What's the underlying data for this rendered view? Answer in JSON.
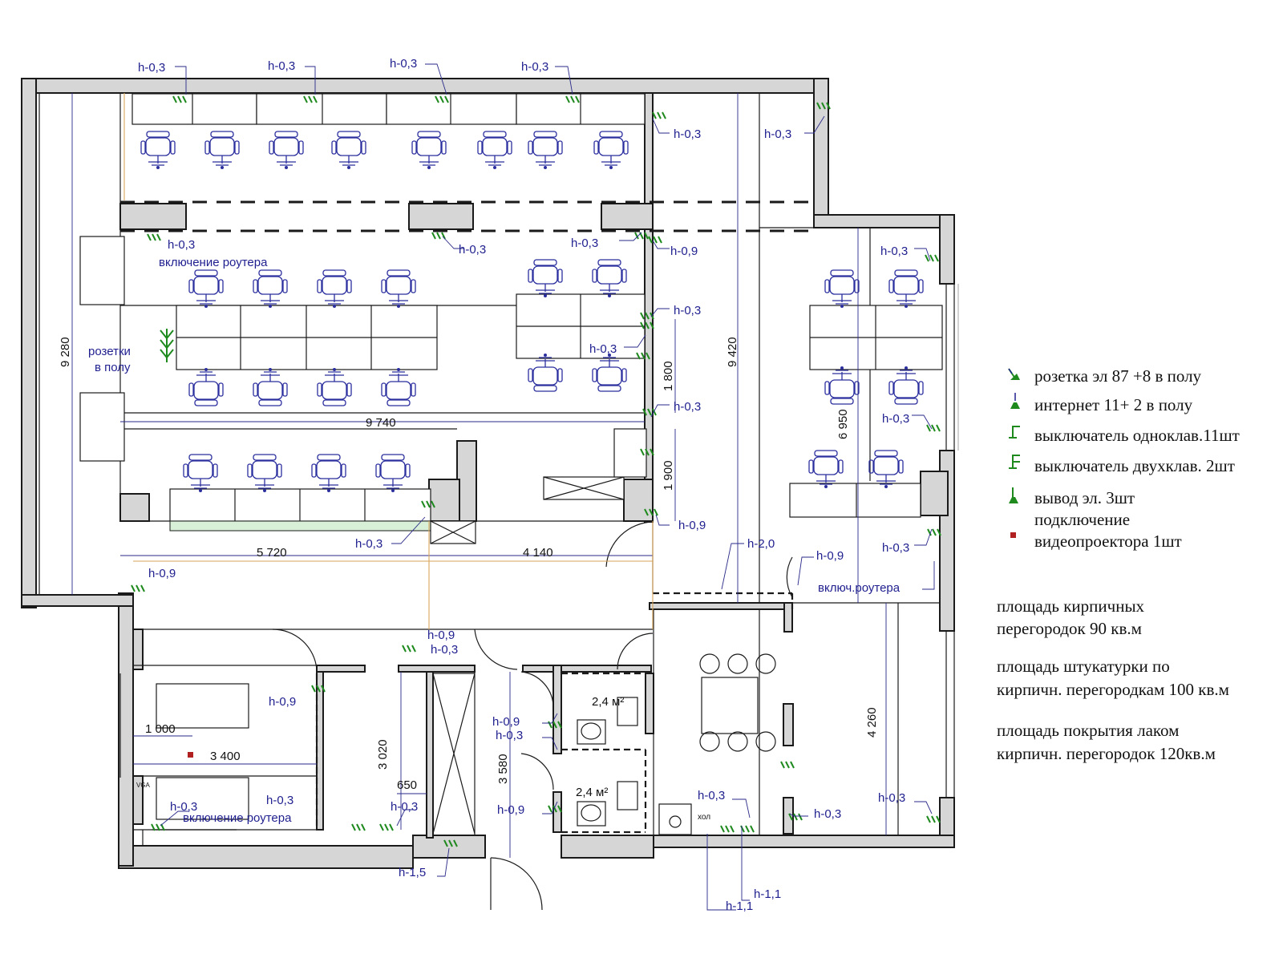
{
  "plan_labels": {
    "h03": "h-0,3",
    "h09": "h-0,9",
    "h20": "h-2,0",
    "h11": "h-1,1",
    "h15": "h-1,5",
    "router_on_1": "включение роутера",
    "router_on_2": "включение роутера",
    "router_on_3": "включ.роутера",
    "floor_sockets_1": "розетки",
    "floor_sockets_2": "в полу",
    "cold": "хол",
    "vga": "VGA"
  },
  "dimensions": {
    "d9280": "9 280",
    "d9740": "9 740",
    "d5720": "5 720",
    "d4140": "4 140",
    "d9420": "9 420",
    "d1800": "1 800",
    "d1900": "1 900",
    "d6950": "6 950",
    "d4260": "4 260",
    "d3020": "3 020",
    "d3580": "3 580",
    "d650": "650",
    "d1000": "1 000",
    "d3400": "3 400",
    "area1": "2,4 м²",
    "area2": "2,4 м²"
  },
  "legend": {
    "items": [
      "розетка эл 87 +8 в полу",
      "интернет 11+ 2 в полу",
      "выключатель одноклав.11шт",
      "выключатель двухклав. 2шт",
      "вывод эл. 3шт",
      "подключение",
      "видеопроектора 1шт"
    ],
    "notes": [
      "площадь кирпичных",
      "перегородок 90 кв.м",
      "площадь штукатурки по",
      "кирпичн. перегородкам 100 кв.м",
      "площадь покрытия лаком",
      "кирпичн. перегородок 120кв.м"
    ]
  },
  "colors": {
    "socket": "#1e8a1e",
    "label": "#1f1f8f",
    "chair": "#2b2f9e",
    "projector": "#b02020",
    "wall": "#d6d6d6"
  }
}
